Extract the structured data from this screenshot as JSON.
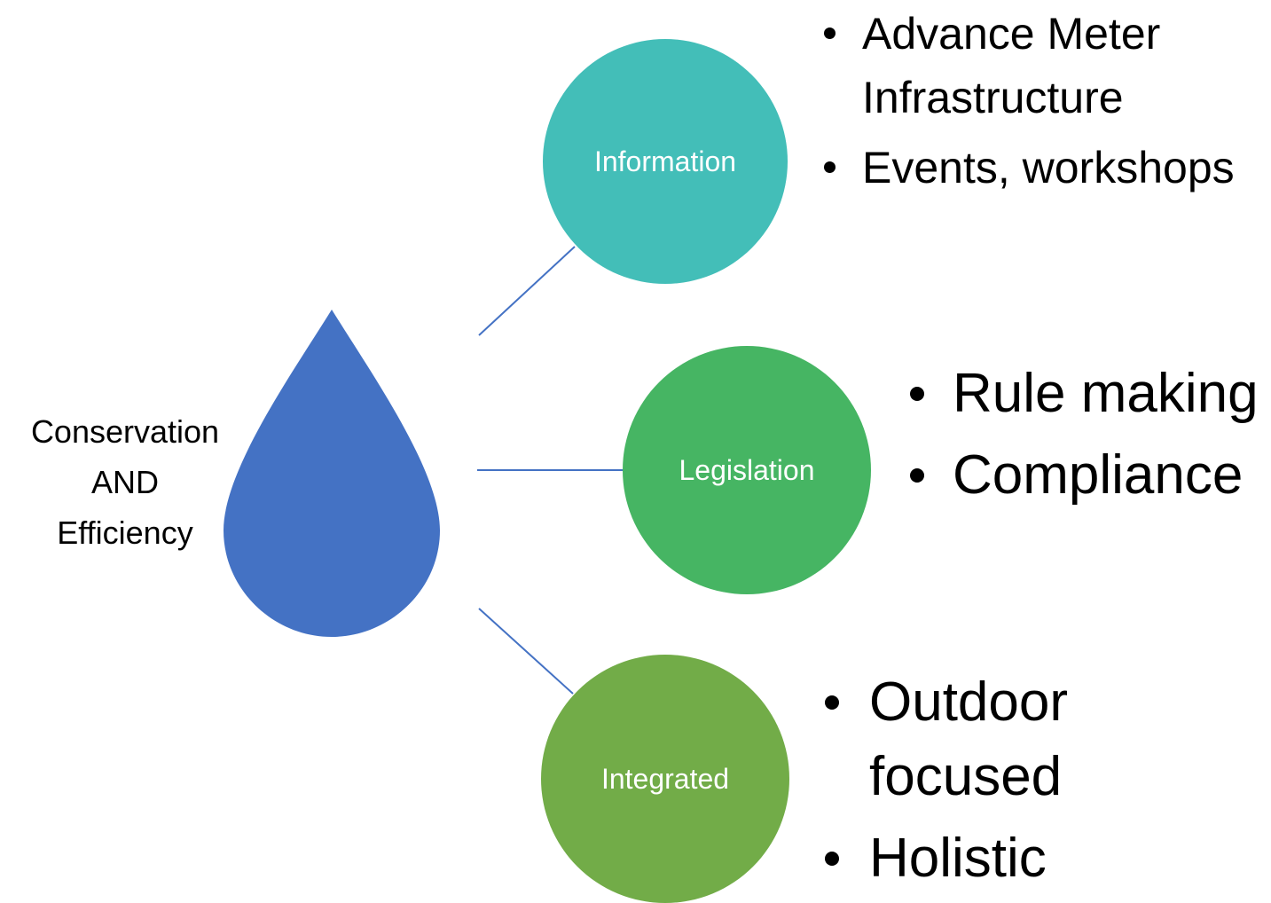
{
  "center": {
    "lines": [
      "Conservation",
      "AND",
      "Efficiency"
    ],
    "color": "#4472C4"
  },
  "connector_color": "#4472C4",
  "nodes": [
    {
      "label": "Information",
      "color": "#43BEB8",
      "bullets": [
        "Advance Meter Infrastructure",
        "Events, workshops"
      ]
    },
    {
      "label": "Legislation",
      "color": "#46B563",
      "bullets": [
        "Rule making",
        "Compliance"
      ]
    },
    {
      "label": "Integrated",
      "color": "#72AC48",
      "bullets": [
        "Outdoor focused",
        "Holistic"
      ]
    }
  ]
}
